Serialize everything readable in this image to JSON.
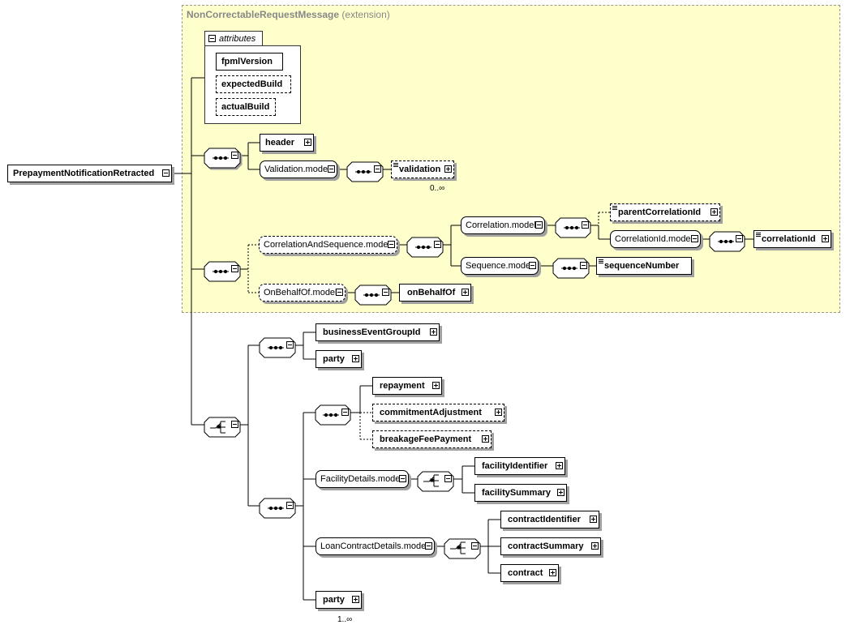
{
  "extension": {
    "base_name": "NonCorrectableRequestMessage",
    "suffix": "(extension)"
  },
  "root": {
    "label": "PrepaymentNotificationRetracted"
  },
  "attributes": {
    "title": "attributes",
    "items": [
      "fpmlVersion",
      "expectedBuild",
      "actualBuild"
    ]
  },
  "elements": {
    "header": "header",
    "validation_model": "Validation.model",
    "validation": "validation",
    "validation_card": "0..∞",
    "correlation_and_sequence_model": "CorrelationAndSequence.model",
    "correlation_model": "Correlation.model",
    "parent_correlation_id": "parentCorrelationId",
    "correlation_id_model": "CorrelationId.model",
    "correlation_id": "correlationId",
    "sequence_model": "Sequence.model",
    "sequence_number": "sequenceNumber",
    "on_behalf_of_model": "OnBehalfOf.model",
    "on_behalf_of": "onBehalfOf",
    "business_event_group_id": "businessEventGroupId",
    "party_1": "party",
    "repayment": "repayment",
    "commitment_adjustment": "commitmentAdjustment",
    "breakage_fee_payment": "breakageFeePayment",
    "facility_details_model": "FacilityDetails.model",
    "facility_identifier": "facilityIdentifier",
    "facility_summary": "facilitySummary",
    "loan_contract_details_model": "LoanContractDetails.model",
    "contract_identifier": "contractIdentifier",
    "contract_summary": "contractSummary",
    "contract": "contract",
    "party_2": "party",
    "party_2_card": "1..∞"
  }
}
